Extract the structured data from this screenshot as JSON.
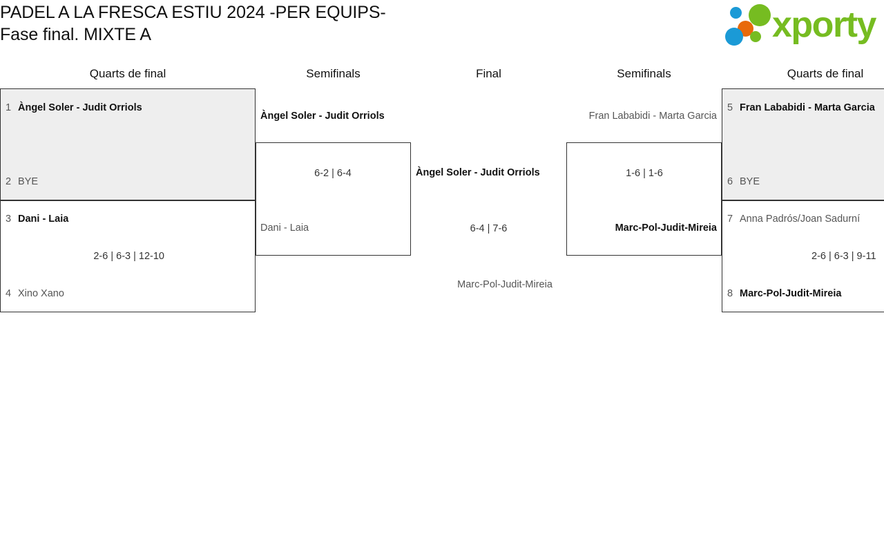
{
  "header": {
    "title_line1": "PADEL A LA FRESCA ESTIU 2024 -PER EQUIPS-",
    "title_line2": "Fase final. MIXTE A",
    "logo_word": "xporty",
    "logo_colors": {
      "blue": "#1b9ad6",
      "orange": "#e8690b",
      "green": "#76bc21",
      "word": "#76bc21"
    }
  },
  "rounds": [
    {
      "label": "Quarts de final"
    },
    {
      "label": "Semifinals"
    },
    {
      "label": "Final"
    },
    {
      "label": "Semifinals"
    },
    {
      "label": "Quarts de final"
    }
  ],
  "bracket": {
    "left": {
      "quarterfinals": [
        {
          "top": {
            "seed": "1",
            "name": "Àngel Soler - Judit Orriols",
            "winner": true
          },
          "bottom": {
            "seed": "2",
            "name": "BYE",
            "winner": false
          },
          "score": ""
        },
        {
          "top": {
            "seed": "3",
            "name": "Dani - Laia",
            "winner": true
          },
          "bottom": {
            "seed": "4",
            "name": "Xino Xano",
            "winner": false
          },
          "score": "2-6 | 6-3 | 12-10"
        }
      ],
      "semifinal": {
        "top": {
          "name": "Àngel Soler - Judit Orriols",
          "winner": true
        },
        "bottom": {
          "name": "Dani - Laia",
          "winner": false
        },
        "score": "6-2 | 6-4"
      }
    },
    "final": {
      "top": {
        "name": "Àngel Soler - Judit Orriols",
        "winner": true
      },
      "bottom": {
        "name": "Marc-Pol-Judit-Mireia",
        "winner": false
      },
      "score": "6-4 | 7-6"
    },
    "right": {
      "semifinal": {
        "top": {
          "name": "Fran Lababidi - Marta Garcia",
          "winner": false
        },
        "bottom": {
          "name": "Marc-Pol-Judit-Mireia",
          "winner": true
        },
        "score": "1-6 | 1-6"
      },
      "quarterfinals": [
        {
          "top": {
            "seed": "5",
            "name": "Fran Lababidi - Marta Garcia",
            "winner": true
          },
          "bottom": {
            "seed": "6",
            "name": "BYE",
            "winner": false
          },
          "score": ""
        },
        {
          "top": {
            "seed": "7",
            "name": "Anna Padrós/Joan Sadurní",
            "winner": false
          },
          "bottom": {
            "seed": "8",
            "name": "Marc-Pol-Judit-Mireia",
            "winner": true
          },
          "score": "2-6 | 6-3 | 9-11"
        }
      ]
    }
  }
}
